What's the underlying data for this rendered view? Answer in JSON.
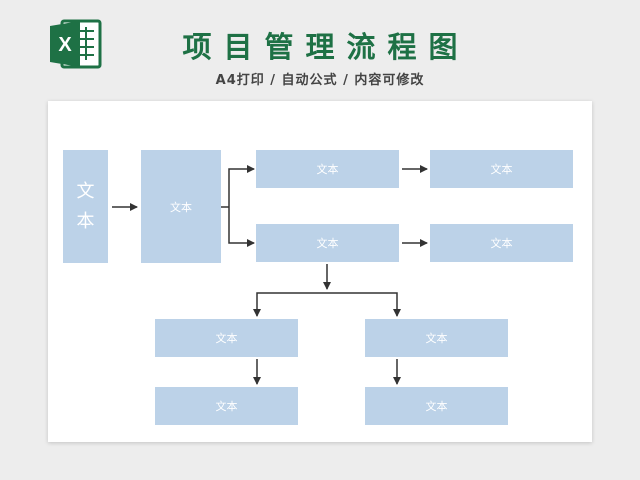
{
  "header": {
    "title": "项目管理流程图",
    "subtitle": "A4打印 / 自动公式 / 内容可修改",
    "logo_icon": "excel-icon",
    "logo_letter": "X"
  },
  "colors": {
    "title": "#1e7145",
    "box_fill": "#bcd2e8",
    "box_text": "#ffffff",
    "arrow": "#333333",
    "logo": "#1e7145"
  },
  "diagram": {
    "start_box": {
      "char1": "文",
      "char2": "本"
    },
    "main_box": "文本",
    "upper_branch": {
      "left": "文本",
      "right": "文本"
    },
    "lower_branch": {
      "left": "文本",
      "right": "文本"
    },
    "left_column": {
      "top": "文本",
      "bottom": "文本"
    },
    "right_column": {
      "top": "文本",
      "bottom": "文本"
    }
  }
}
